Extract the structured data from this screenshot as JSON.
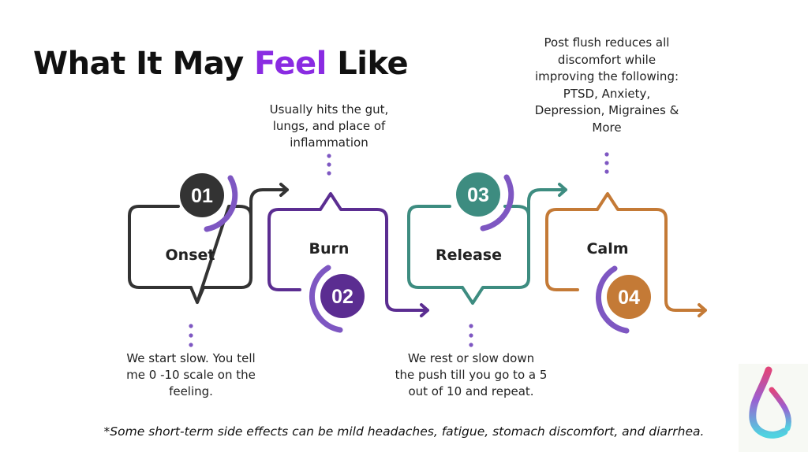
{
  "title": {
    "lead": "What It May ",
    "accent": "Feel",
    "tail": " Like"
  },
  "colors": {
    "accent": "#8a2be2",
    "onset": "#333333",
    "burn": "#5b2d91",
    "release": "#3d8c80",
    "calm": "#c47a36",
    "ring": "#7e57c2",
    "dots": "#7e57c2"
  },
  "steps": [
    {
      "number": "01",
      "label": "Onset",
      "description": [
        "We start slow.  You tell",
        "me 0 -10 scale on the",
        "feeling."
      ]
    },
    {
      "number": "02",
      "label": "Burn",
      "description": [
        "Usually hits the gut,",
        "lungs, and place of",
        "inflammation"
      ]
    },
    {
      "number": "03",
      "label": "Release",
      "description": [
        "We rest or slow down",
        "the push till you go to a 5",
        "out of 10 and repeat."
      ]
    },
    {
      "number": "04",
      "label": "Calm",
      "description": [
        "Post flush reduces all",
        "discomfort while",
        "improving the following:",
        "PTSD, Anxiety,",
        "Depression, Migraines &",
        "More"
      ]
    }
  ],
  "footnote": "*Some short-term side effects can be mild headaches, fatigue, stomach discomfort, and diarrhea.",
  "logo_icon": "drop-logo-icon"
}
